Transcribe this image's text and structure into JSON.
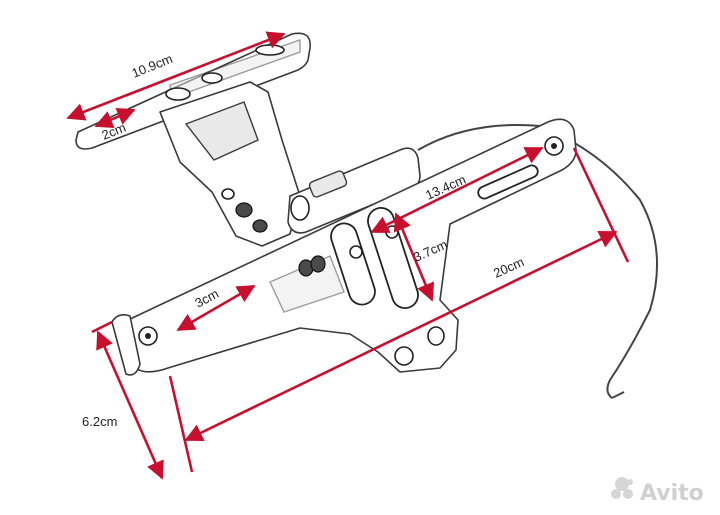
{
  "dimensions": {
    "top_width": "10.9cm",
    "top_offset": "2cm",
    "arm_slot": "13.4cm",
    "slot_height": "3.7cm",
    "total_length": "20cm",
    "inner_slot": "3cm",
    "plate_height": "6.2cm"
  },
  "colors": {
    "dimension_line": "#c8102e",
    "outline": "#3a3a3a",
    "background": "#ffffff"
  },
  "watermark": {
    "text": "Avito",
    "icon": "avito-dots-icon"
  }
}
